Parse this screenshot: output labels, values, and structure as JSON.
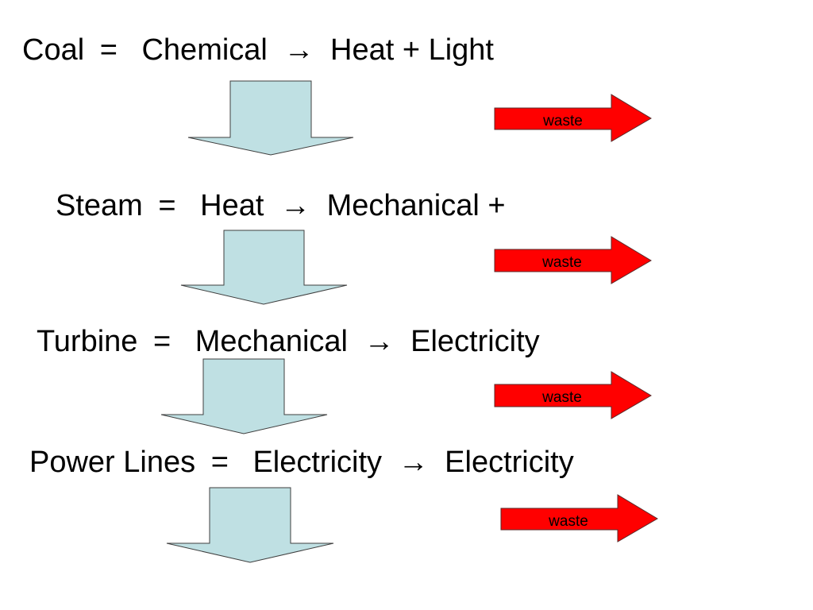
{
  "stages": [
    {
      "source": "Coal",
      "equals": "=",
      "from": "Chemical",
      "arrow": "→",
      "to": "Heat + Light",
      "waste_label": "waste"
    },
    {
      "source": "Steam",
      "equals": "=",
      "from": "Heat",
      "arrow": "→",
      "to": "Mechanical +",
      "waste_label": "waste"
    },
    {
      "source": "Turbine",
      "equals": "=",
      "from": "Mechanical",
      "arrow": "→",
      "to": "Electricity",
      "waste_label": "waste"
    },
    {
      "source": "Power Lines",
      "equals": "=",
      "from": "Electricity",
      "arrow": "→",
      "to": "Electricity",
      "waste_label": "waste"
    }
  ],
  "colors": {
    "flow_arrow_fill": "#bfe0e3",
    "flow_arrow_stroke": "#3f3f3f",
    "waste_arrow_fill": "#ff0000",
    "waste_arrow_stroke": "#5a2a2a",
    "text": "#000000"
  }
}
